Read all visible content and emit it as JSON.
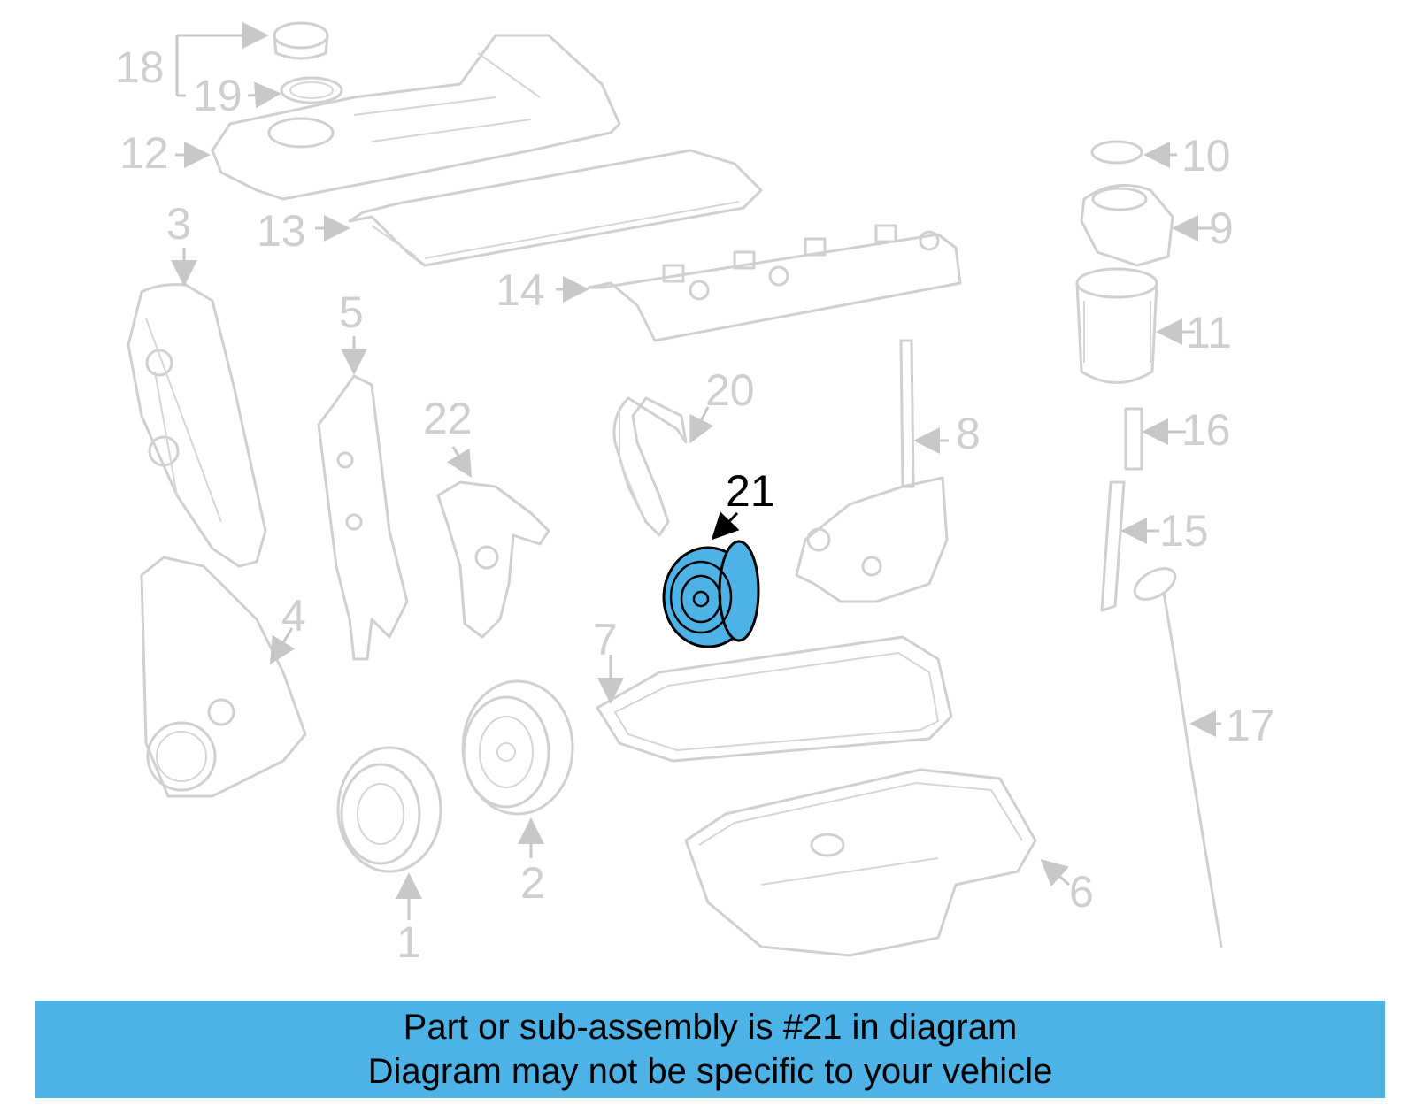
{
  "callouts": {
    "c1": "1",
    "c2": "2",
    "c3": "3",
    "c4": "4",
    "c5": "5",
    "c6": "6",
    "c7": "7",
    "c8": "8",
    "c9": "9",
    "c10": "10",
    "c11": "11",
    "c12": "12",
    "c13": "13",
    "c14": "14",
    "c15": "15",
    "c16": "16",
    "c17": "17",
    "c18": "18",
    "c19": "19",
    "c20": "20",
    "c21": "21",
    "c22": "22"
  },
  "highlighted_part": "21",
  "colors": {
    "highlight_fill": "#4db3e6",
    "muted_line": "#d0d0d0",
    "banner_bg": "#4db3e6"
  },
  "banner": {
    "line1": "Part or sub-assembly is #21 in diagram",
    "line2": "Diagram may not be specific to your vehicle"
  }
}
